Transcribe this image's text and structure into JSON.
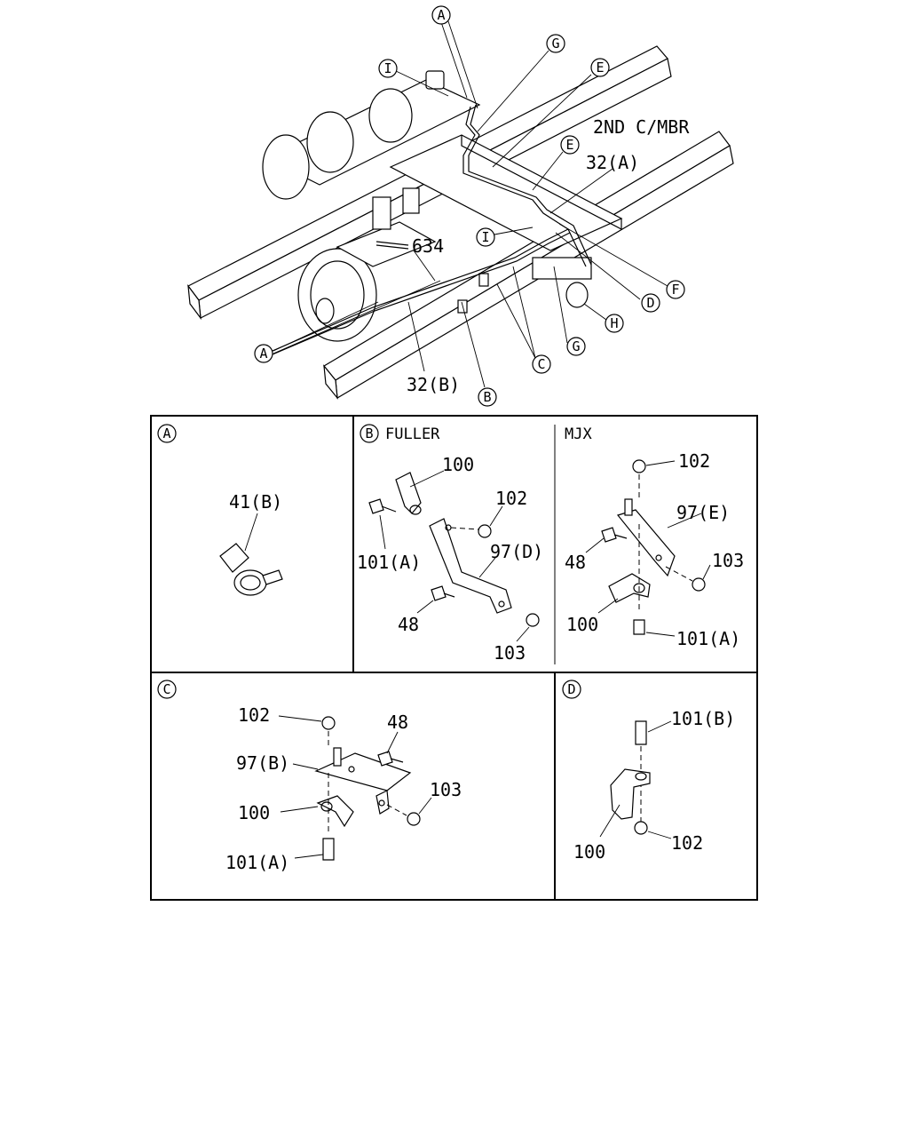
{
  "main_view": {
    "callouts": {
      "A": "A",
      "B": "B",
      "C": "C",
      "D": "D",
      "E": "E",
      "F": "F",
      "G": "G",
      "H": "H",
      "I": "I"
    },
    "labels": {
      "second_crossmember": "2ND C/MBR",
      "tube_a": "32(A)",
      "tube_b": "32(B)",
      "part_634": "634"
    }
  },
  "panels": {
    "A": {
      "callout": "A",
      "part_41b": "41(B)"
    },
    "B": {
      "callout": "B",
      "title_fuller": "FULLER",
      "title_mjx": "MJX",
      "fuller": {
        "p100": "100",
        "p101a": "101(A)",
        "p102": "102",
        "p97d": "97(D)",
        "p48": "48",
        "p103": "103"
      },
      "mjx": {
        "p102": "102",
        "p97e": "97(E)",
        "p48": "48",
        "p103": "103",
        "p100": "100",
        "p101a": "101(A)"
      }
    },
    "C": {
      "callout": "C",
      "p102": "102",
      "p48": "48",
      "p97b": "97(B)",
      "p103": "103",
      "p100": "100",
      "p101a": "101(A)"
    },
    "D": {
      "callout": "D",
      "p101b": "101(B)",
      "p100": "100",
      "p102": "102"
    }
  }
}
